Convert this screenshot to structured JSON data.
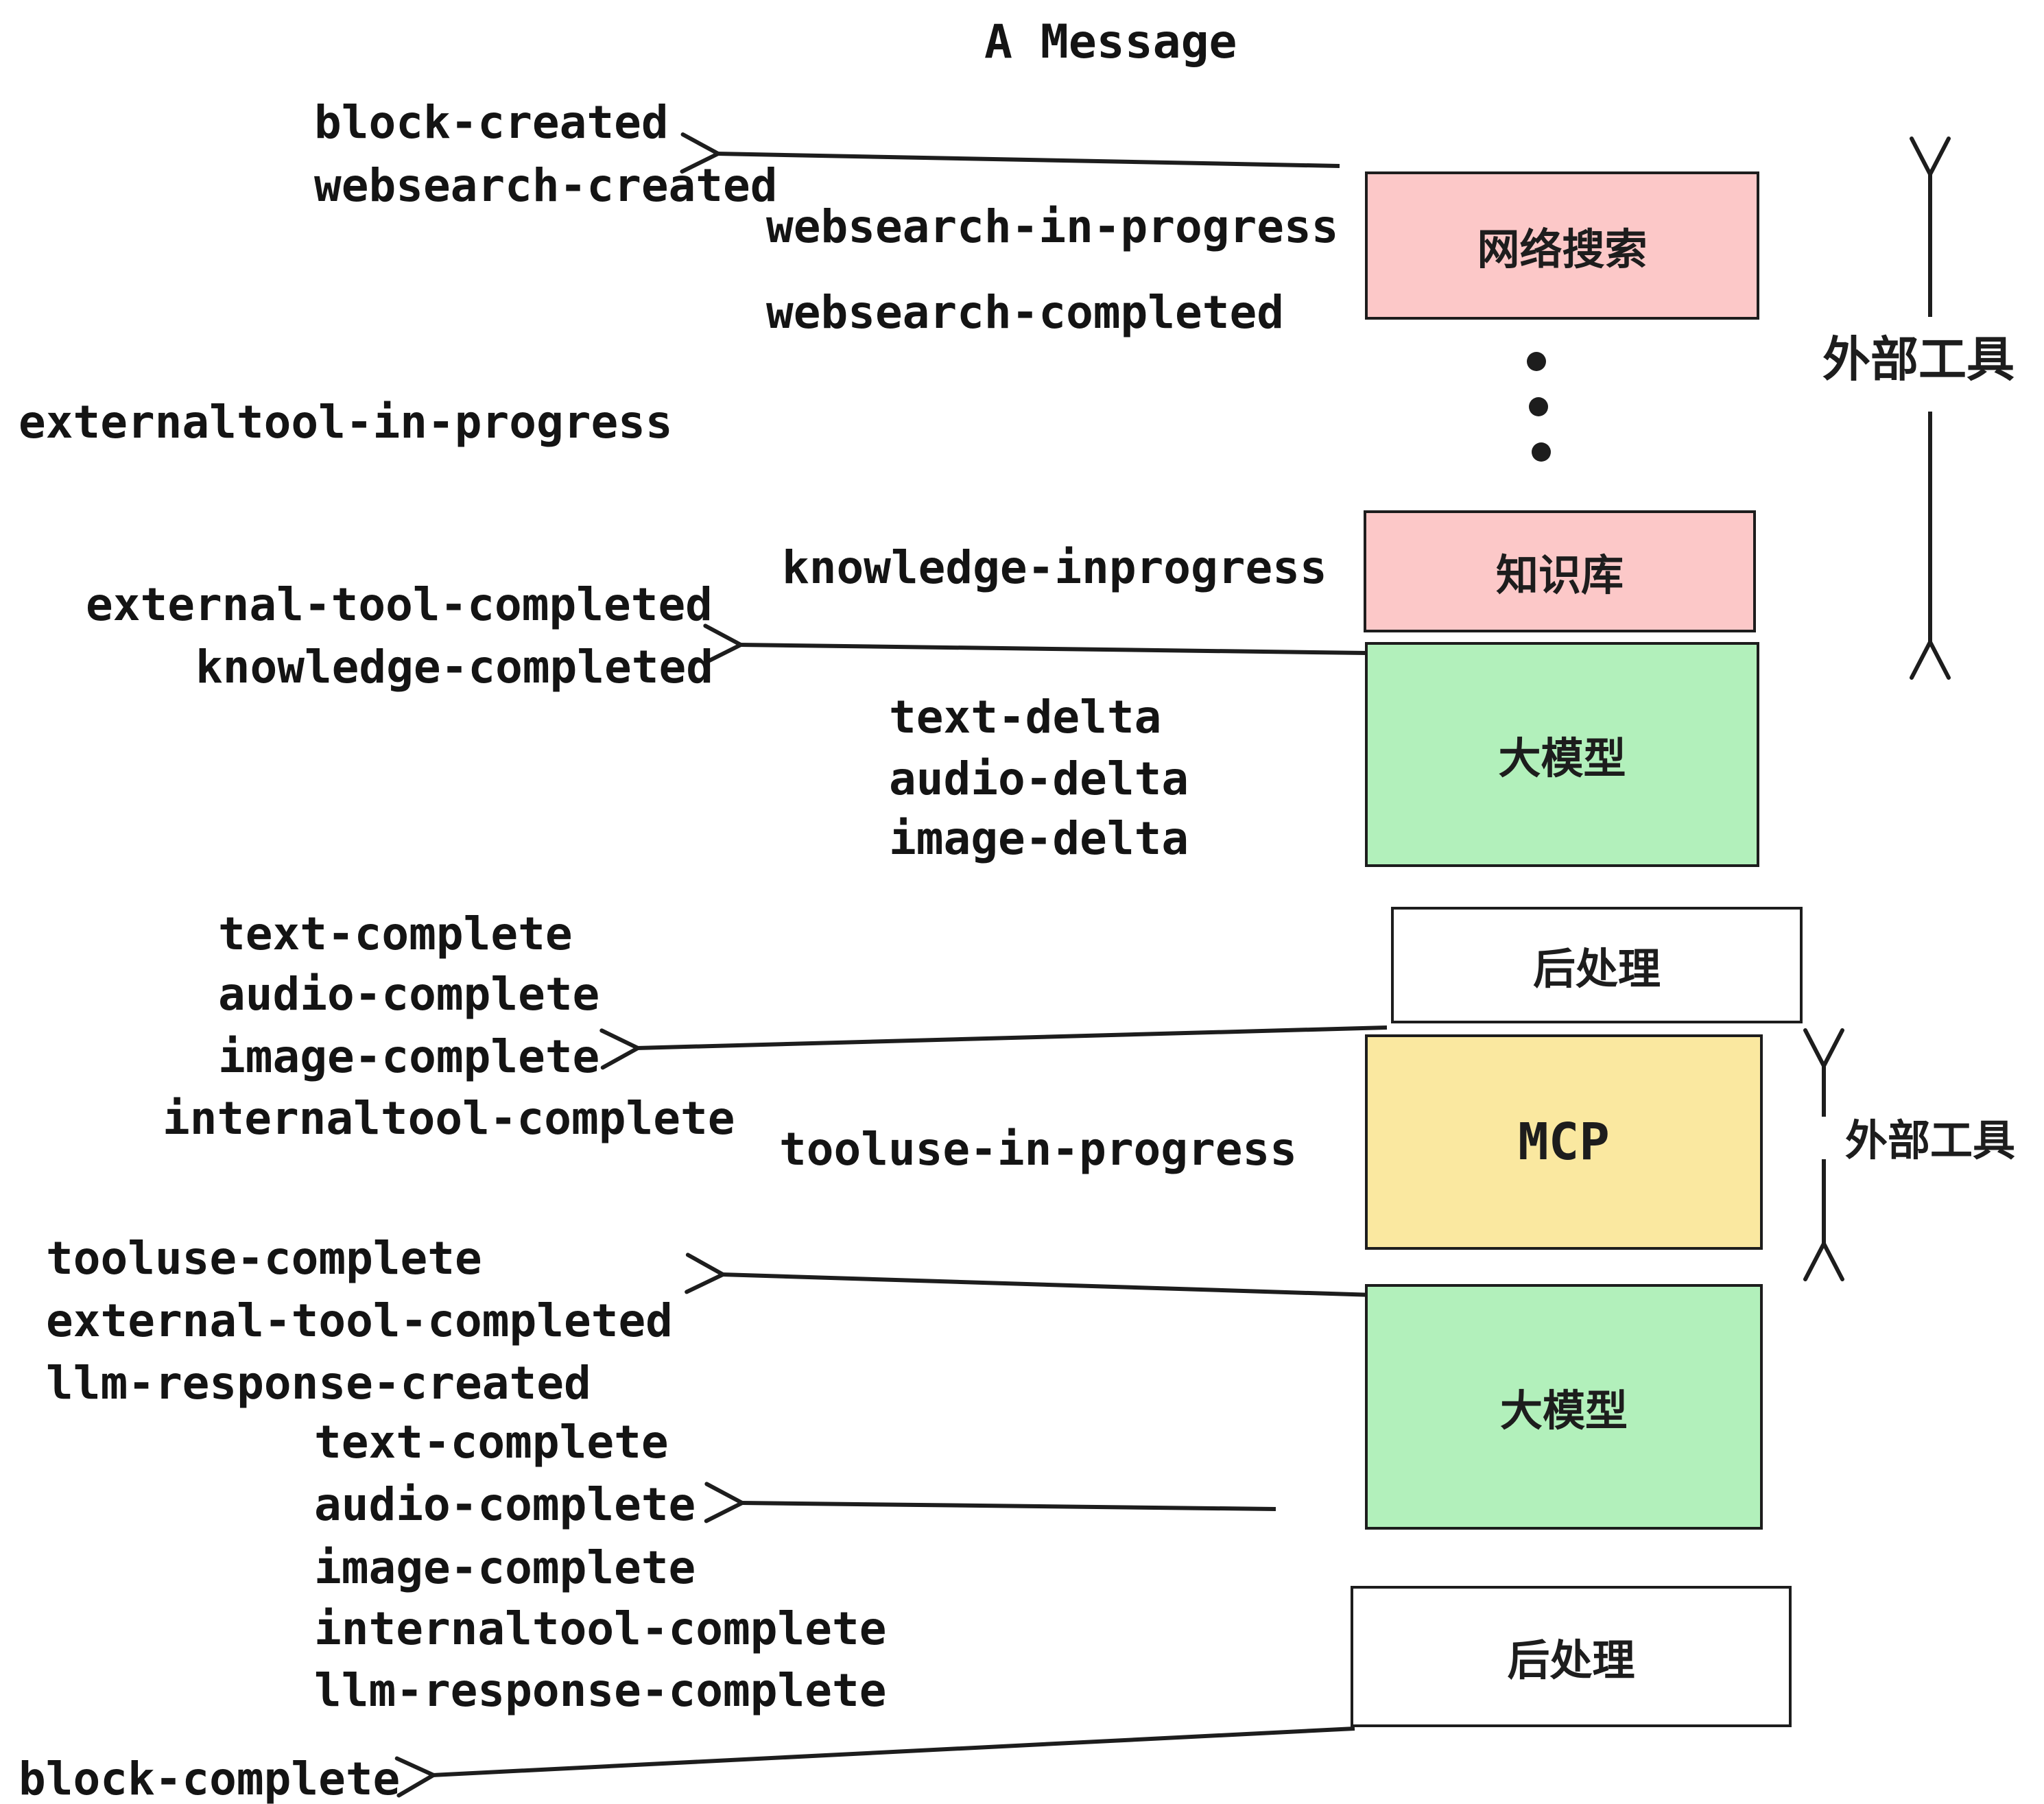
{
  "title": "A Message",
  "events": {
    "block_created": "block-created",
    "websearch_created": "websearch-created",
    "websearch_in_progress": "websearch-in-progress",
    "websearch_completed": "websearch-completed",
    "externaltool_in_progress": "externaltool-in-progress",
    "knowledge_inprogress": "knowledge-inprogress",
    "external_tool_completed_1": "external-tool-completed",
    "knowledge_completed": "knowledge-completed",
    "text_delta_1": "text-delta",
    "audio_delta_1": "audio-delta",
    "image_delta_1": "image-delta",
    "text_complete_1": "text-complete",
    "audio_complete_1": "audio-complete",
    "image_complete_1": "image-complete",
    "internaltool_complete_1": "internaltool-complete",
    "tooluse_in_progress": "tooluse-in-progress",
    "tooluse_complete": "tooluse-complete",
    "external_tool_completed_2": "external-tool-completed",
    "llm_response_created": "llm-response-created",
    "text_complete_2": "text-complete",
    "audio_complete_2": "audio-complete",
    "image_complete_2": "image-complete",
    "internaltool_complete_2": "internaltool-complete",
    "llm_response_complete": "llm-response-complete",
    "block_complete": "block-complete"
  },
  "boxes": {
    "websearch": {
      "label": "网络搜索",
      "fill": "#fcc8c8"
    },
    "knowledge": {
      "label": "知识库",
      "fill": "#fcc8c8"
    },
    "llm_top": {
      "label": "大模型",
      "fill": "#b2f0bb"
    },
    "post_top": {
      "label": "后处理",
      "fill": "#ffffff"
    },
    "mcp": {
      "label": "MCP",
      "fill": "#fae8a0"
    },
    "llm_bottom": {
      "label": "大模型",
      "fill": "#b2f0bb"
    },
    "post_bottom": {
      "label": "后处理",
      "fill": "#ffffff"
    }
  },
  "side_labels": {
    "external_tools_top": "外部工具",
    "external_tools_mcp": "外部工具"
  },
  "colors": {
    "box_border": "#1d1d1d",
    "arrow": "#1d1d1d",
    "pink": "#fcc8c8",
    "green": "#b2f0bb",
    "yellow": "#fae8a0",
    "white": "#ffffff",
    "text": "#141414"
  }
}
